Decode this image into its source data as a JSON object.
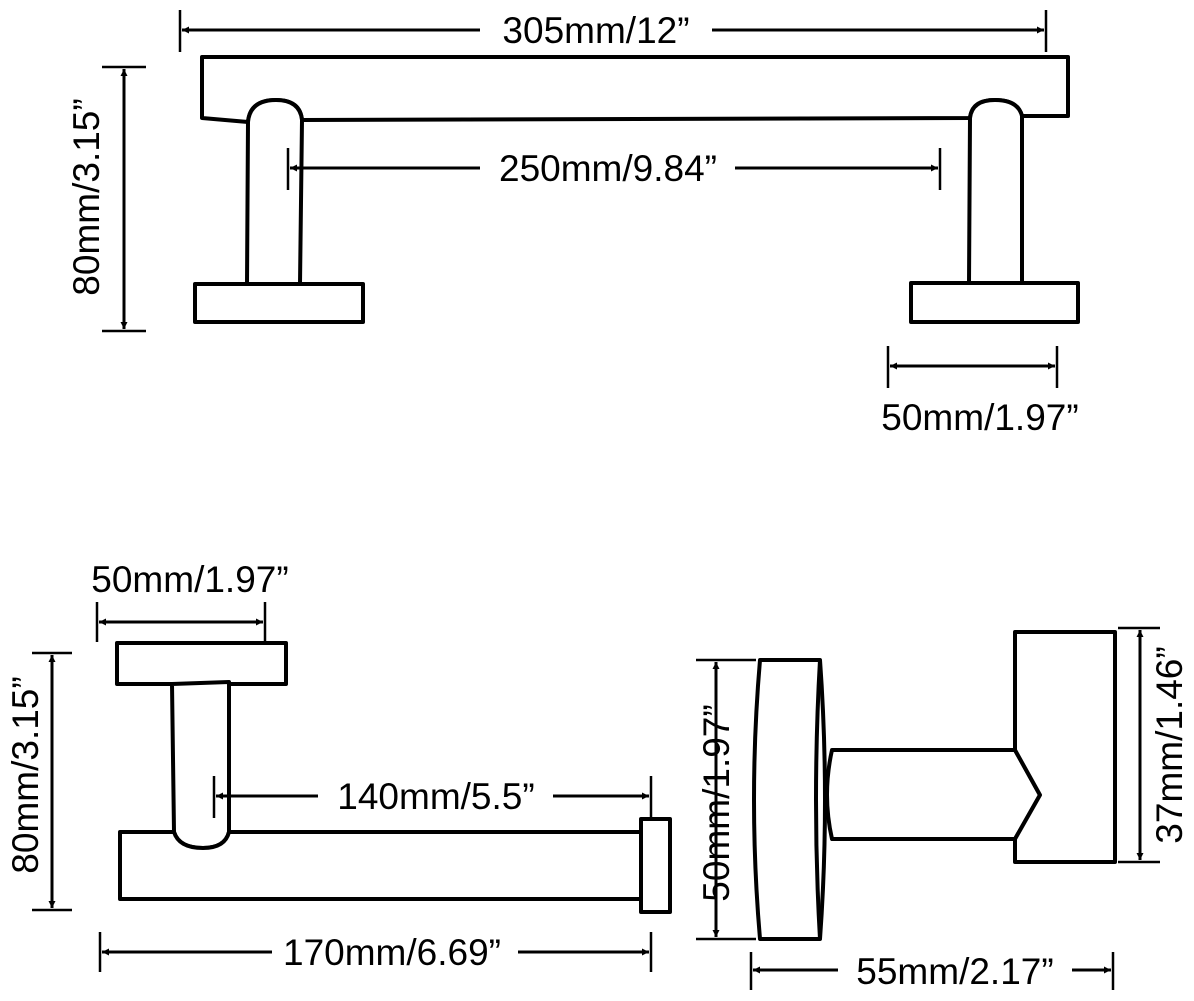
{
  "towel_bar": {
    "overall_length": "305mm/12”",
    "post_spacing": "250mm/9.84”",
    "height": "80mm/3.15”",
    "base_width": "50mm/1.97”"
  },
  "paper_holder": {
    "base_width": "50mm/1.97”",
    "height": "80mm/3.15”",
    "arm_length": "140mm/5.5”",
    "overall_length": "170mm/6.69”"
  },
  "robe_hook": {
    "base_diameter": "50mm/1.97”",
    "hook_height": "37mm/1.46”",
    "depth": "55mm/2.17”"
  }
}
